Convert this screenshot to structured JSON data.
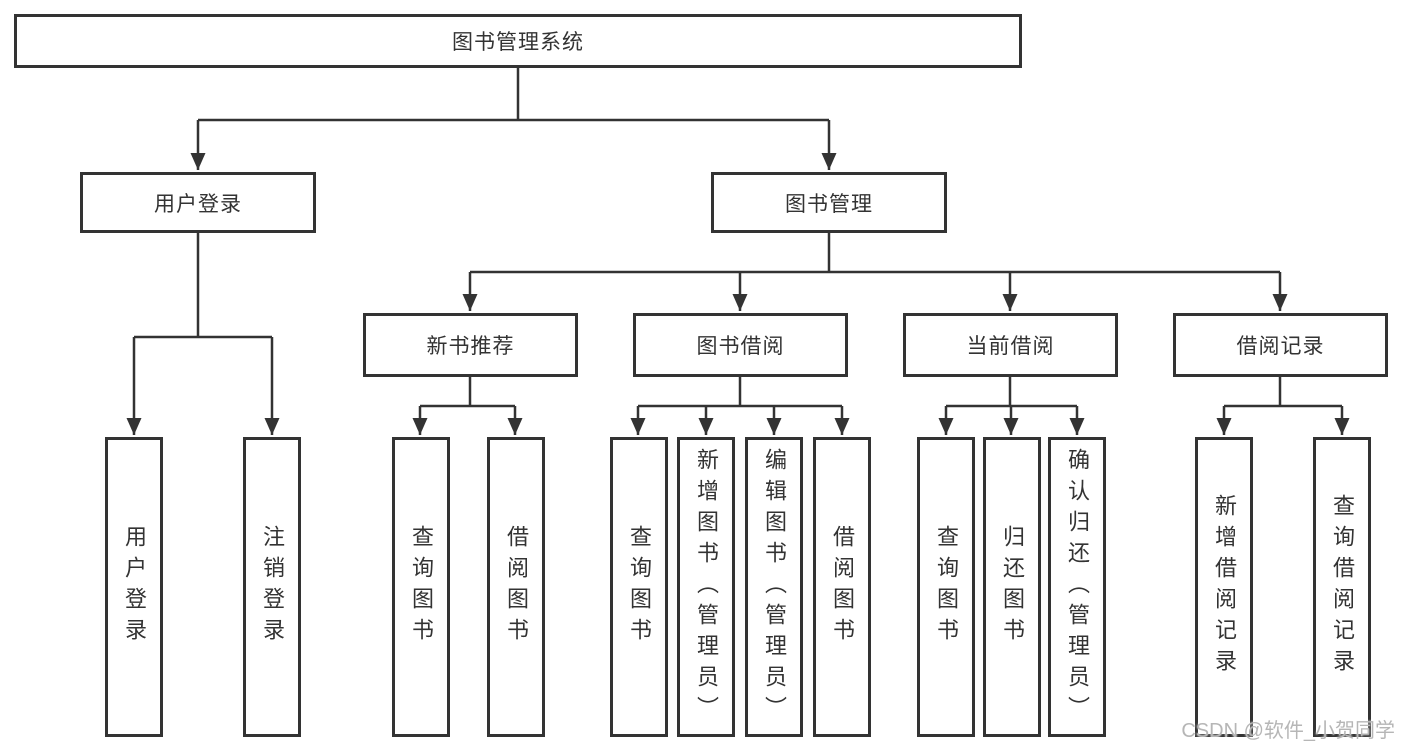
{
  "diagram": {
    "type": "hierarchy-tree",
    "root": {
      "label": "图书管理系统",
      "children": [
        {
          "label": "用户登录",
          "children": [
            {
              "label": "用户登录"
            },
            {
              "label": "注销登录"
            }
          ]
        },
        {
          "label": "图书管理",
          "children": [
            {
              "label": "新书推荐",
              "children": [
                {
                  "label": "查询图书"
                },
                {
                  "label": "借阅图书"
                }
              ]
            },
            {
              "label": "图书借阅",
              "children": [
                {
                  "label": "查询图书"
                },
                {
                  "label": "新增图书（管理员）"
                },
                {
                  "label": "编辑图书（管理员）"
                },
                {
                  "label": "借阅图书"
                }
              ]
            },
            {
              "label": "当前借阅",
              "children": [
                {
                  "label": "查询图书"
                },
                {
                  "label": "归还图书"
                },
                {
                  "label": "确认归还（管理员）"
                }
              ]
            },
            {
              "label": "借阅记录",
              "children": [
                {
                  "label": "新增借阅记录"
                },
                {
                  "label": "查询借阅记录"
                }
              ]
            }
          ]
        }
      ]
    },
    "watermark": "CSDN @软件_小贺同学",
    "colors": {
      "line": "#333333",
      "box_border": "#333333",
      "text": "#333333",
      "watermark": "#b6b6b6",
      "background": "#ffffff"
    }
  }
}
